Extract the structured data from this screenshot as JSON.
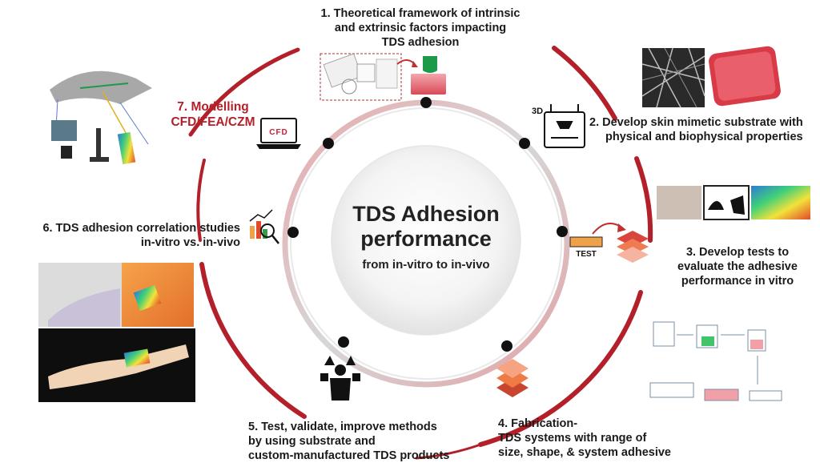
{
  "center": {
    "title_line1": "TDS Adhesion",
    "title_line2": "performance",
    "subtitle": "from in-vitro to in-vivo"
  },
  "steps": {
    "s1": [
      "1. Theoretical framework of intrinsic",
      "and extrinsic factors impacting",
      "TDS adhesion"
    ],
    "s2": [
      "2. Develop skin mimetic substrate with",
      "physical and biophysical properties"
    ],
    "s3": [
      "3. Develop tests to",
      "evaluate the adhesive",
      "performance in vitro"
    ],
    "s4": [
      "4. Fabrication-",
      "TDS systems with range of",
      "size, shape, & system adhesive"
    ],
    "s5": [
      "5. Test, validate, improve methods",
      "by using substrate and",
      "custom-manufactured TDS products"
    ],
    "s6": [
      "6. TDS adhesion correlation studies",
      "in-vitro vs. in-vivo"
    ],
    "s7": [
      "7. Modelling",
      "CFD/FEA/CZM"
    ]
  },
  "icons": {
    "threed_label": "3D",
    "test_label": "TEST",
    "cfd_label": "CFD"
  },
  "colors": {
    "accent_red": "#b3202a",
    "dark": "#1a1a1a",
    "ring_gray": "#d9d9d9"
  }
}
